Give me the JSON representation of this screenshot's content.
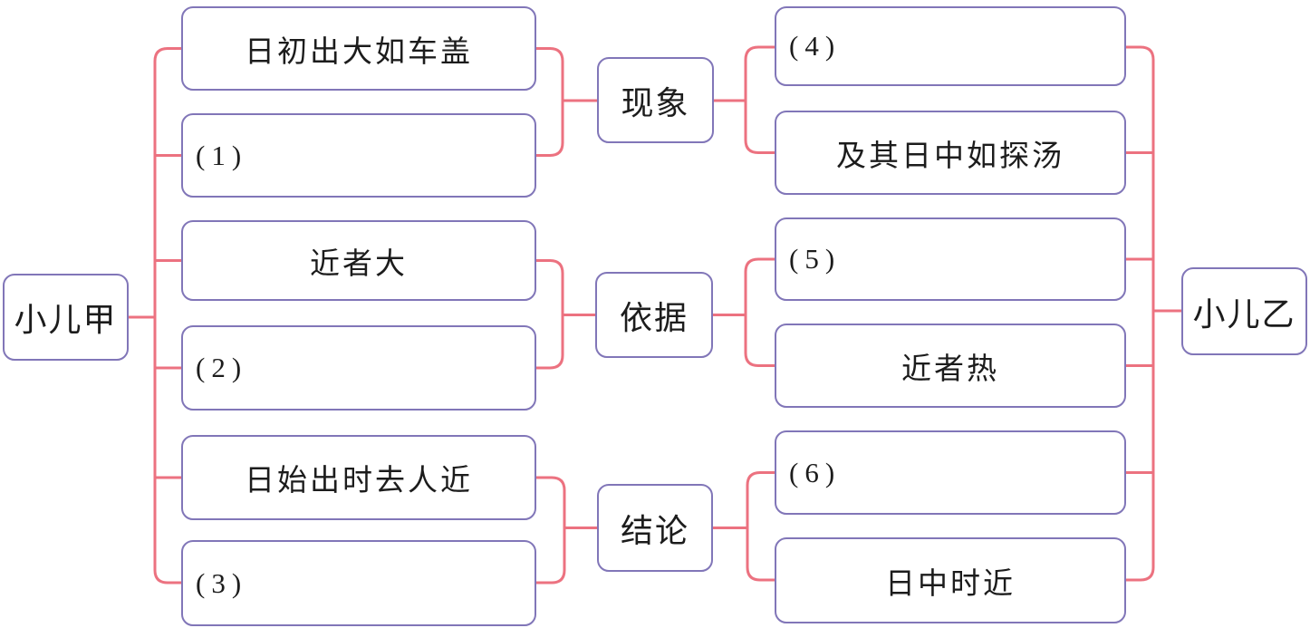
{
  "colors": {
    "background": "#ffffff",
    "border": "#8176b8",
    "connector": "#ec7280",
    "text": "#1c1c1c"
  },
  "diagram": {
    "left_root": {
      "label": "小儿甲"
    },
    "right_root": {
      "label": "小儿乙"
    },
    "groups": [
      {
        "category": "现象",
        "left": [
          "日初出大如车盖",
          "(1)"
        ],
        "right": [
          "(4)",
          "及其日中如探汤"
        ]
      },
      {
        "category": "依据",
        "left": [
          "近者大",
          "(2)"
        ],
        "right": [
          "(5)",
          "近者热"
        ]
      },
      {
        "category": "结论",
        "left": [
          "日始出时去人近",
          "(3)"
        ],
        "right": [
          "(6)",
          "日中时近"
        ]
      }
    ]
  }
}
